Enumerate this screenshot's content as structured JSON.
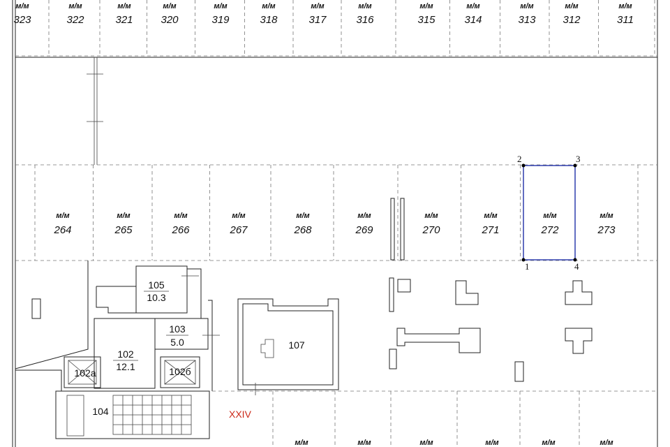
{
  "spot_prefix": "м/м",
  "top_row_spots": [
    "323",
    "322",
    "321",
    "320",
    "319",
    "318",
    "317",
    "316",
    "315",
    "314",
    "313",
    "312",
    "311"
  ],
  "middle_row_spots": [
    "264",
    "265",
    "266",
    "267",
    "268",
    "269",
    "270",
    "271",
    "272",
    "273"
  ],
  "bottom_row_prefixes": 6,
  "highlighted_spot": "272",
  "highlight_color": "#1f2fa8",
  "corner_points": [
    "1",
    "2",
    "3",
    "4"
  ],
  "rooms": [
    {
      "id": "105",
      "area": "10.3"
    },
    {
      "id": "103",
      "area": "5.0"
    },
    {
      "id": "102",
      "area": "12.1"
    },
    {
      "id": "102а",
      "area": ""
    },
    {
      "id": "102б",
      "area": ""
    },
    {
      "id": "104",
      "area": ""
    },
    {
      "id": "107",
      "area": ""
    }
  ],
  "axis_label": "XXIV",
  "axis_color": "#cc2a1a"
}
